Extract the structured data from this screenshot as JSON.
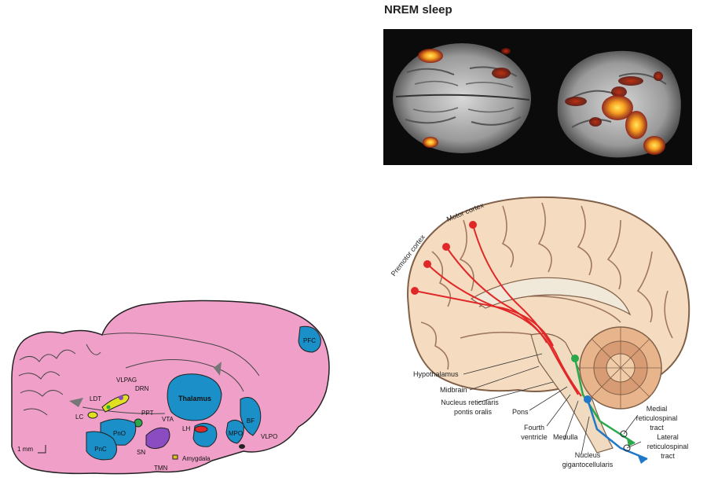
{
  "fmri": {
    "title": "NREM sleep"
  },
  "rat_brain": {
    "scale_label": "1 mm",
    "regions": {
      "pfc": "PFC",
      "thalamus": "Thalamus",
      "bf": "BF",
      "mpo": "MPO",
      "vlpo": "VLPO",
      "lh": "LH",
      "vta": "VTA",
      "ppt": "PPT",
      "pno": "PnO",
      "pnc": "PnC",
      "sn": "SN",
      "tmn": "TMN",
      "amygdala": "Amygdala",
      "lc": "LC",
      "ldt": "LDT",
      "vlpag": "VLPAG",
      "drn": "DRN"
    },
    "colors": {
      "tissue": "#f0a0c8",
      "outline": "#222222",
      "nucleus": "#1a8fc8"
    }
  },
  "human_brain": {
    "labels": {
      "premotor": "Premotor cortex",
      "motor": "Motor cortex",
      "hypothalamus": "Hypothalamus",
      "midbrain": "Midbrain",
      "nrpo_1": "Nucleus reticularis",
      "nrpo_2": "pontis oralis",
      "pons": "Pons",
      "fourth_1": "Fourth",
      "fourth_2": "ventricle",
      "medulla": "Medulla",
      "ngc_1": "Nucleus",
      "ngc_2": "gigantocellularis",
      "mrt_1": "Medial",
      "mrt_2": "reticulospinal",
      "mrt_3": "tract",
      "lrt_1": "Lateral",
      "lrt_2": "reticulospinal",
      "lrt_3": "tract"
    },
    "colors": {
      "cortex": "#f5dcc0",
      "sulci": "#a07860",
      "cerebellum": "#e8b48c",
      "motor_path": "#e02828",
      "medial_tract": "#2aa84a",
      "lateral_tract": "#1f78c8"
    }
  }
}
